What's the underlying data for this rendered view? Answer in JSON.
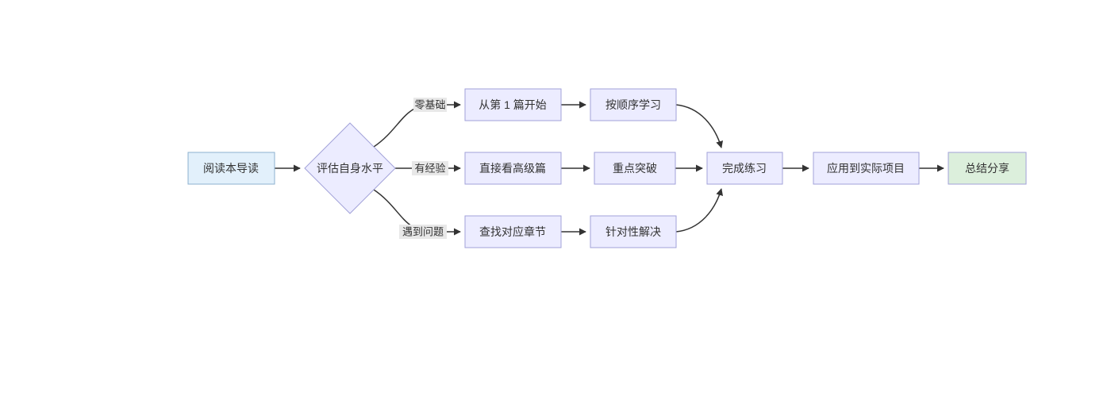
{
  "diagram": {
    "type": "flowchart",
    "direction": "left-to-right",
    "colors": {
      "background": "#ffffff",
      "edge": "#333333",
      "edge_label_bg": "#e8e8e8",
      "text": "#333333",
      "node_fill": "#ececff",
      "node_stroke": "#a2a2d9",
      "start_fill": "#e2f0fb",
      "start_stroke": "#8cb0cf",
      "end_fill": "#dcefdc",
      "end_stroke": "#a2a2d9"
    },
    "nodes": {
      "start": {
        "label": "阅读本导读",
        "shape": "rect"
      },
      "decision": {
        "label": "评估自身水平",
        "shape": "diamond"
      },
      "from_first": {
        "label": "从第 1 篇开始",
        "shape": "rect"
      },
      "in_order": {
        "label": "按顺序学习",
        "shape": "rect"
      },
      "advanced": {
        "label": "直接看高级篇",
        "shape": "rect"
      },
      "breakthrough": {
        "label": "重点突破",
        "shape": "rect"
      },
      "find_chapter": {
        "label": "查找对应章节",
        "shape": "rect"
      },
      "targeted": {
        "label": "针对性解决",
        "shape": "rect"
      },
      "practice": {
        "label": "完成练习",
        "shape": "rect"
      },
      "apply": {
        "label": "应用到实际项目",
        "shape": "rect"
      },
      "share": {
        "label": "总结分享",
        "shape": "rect"
      }
    },
    "edge_labels": {
      "zero_basis": "零基础",
      "experienced": "有经验",
      "problem": "遇到问题"
    },
    "edges": [
      {
        "from": "阅读本导读",
        "to": "评估自身水平",
        "label": ""
      },
      {
        "from": "评估自身水平",
        "to": "从第 1 篇开始",
        "label": "零基础"
      },
      {
        "from": "评估自身水平",
        "to": "直接看高级篇",
        "label": "有经验"
      },
      {
        "from": "评估自身水平",
        "to": "查找对应章节",
        "label": "遇到问题"
      },
      {
        "from": "从第 1 篇开始",
        "to": "按顺序学习",
        "label": ""
      },
      {
        "from": "直接看高级篇",
        "to": "重点突破",
        "label": ""
      },
      {
        "from": "查找对应章节",
        "to": "针对性解决",
        "label": ""
      },
      {
        "from": "按顺序学习",
        "to": "完成练习",
        "label": ""
      },
      {
        "from": "重点突破",
        "to": "完成练习",
        "label": ""
      },
      {
        "from": "针对性解决",
        "to": "完成练习",
        "label": ""
      },
      {
        "from": "完成练习",
        "to": "应用到实际项目",
        "label": ""
      },
      {
        "from": "应用到实际项目",
        "to": "总结分享",
        "label": ""
      }
    ]
  }
}
